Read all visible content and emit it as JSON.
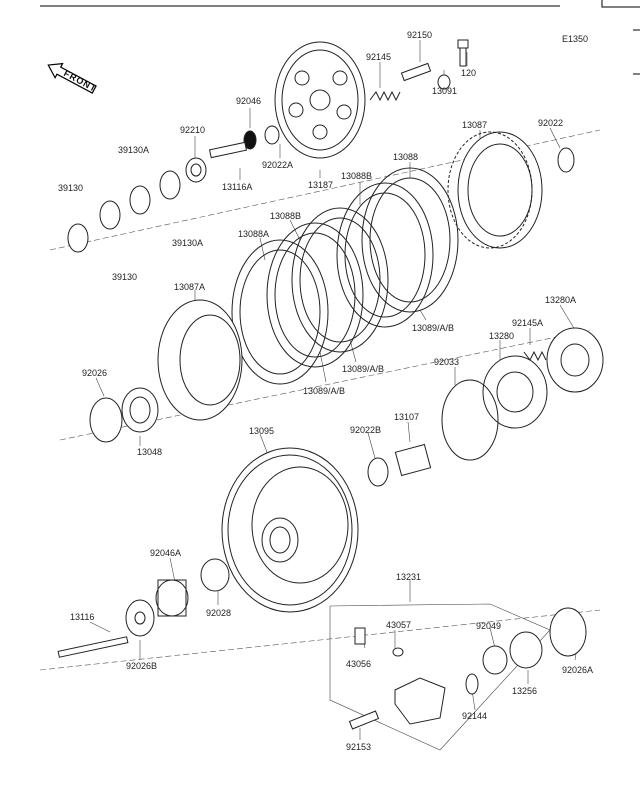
{
  "diagram_code": "E1350",
  "front_label": "FRONT",
  "parts": [
    {
      "id": "92150",
      "label": "92150"
    },
    {
      "id": "92145",
      "label": "92145"
    },
    {
      "id": "13091",
      "label": "13091"
    },
    {
      "id": "120",
      "label": "120"
    },
    {
      "id": "92046",
      "label": "92046"
    },
    {
      "id": "92210",
      "label": "92210"
    },
    {
      "id": "92022A",
      "label": "92022A"
    },
    {
      "id": "13116A",
      "label": "13116A"
    },
    {
      "id": "13187",
      "label": "13187"
    },
    {
      "id": "39130A_top",
      "label": "39130A"
    },
    {
      "id": "39130_top",
      "label": "39130"
    },
    {
      "id": "39130A_bottom",
      "label": "39130A"
    },
    {
      "id": "39130_bottom",
      "label": "39130"
    },
    {
      "id": "13087",
      "label": "13087"
    },
    {
      "id": "92022",
      "label": "92022"
    },
    {
      "id": "13088",
      "label": "13088"
    },
    {
      "id": "13088B_top",
      "label": "13088B"
    },
    {
      "id": "13088B",
      "label": "13088B"
    },
    {
      "id": "13088A",
      "label": "13088A"
    },
    {
      "id": "13087A",
      "label": "13087A"
    },
    {
      "id": "13089AB_right",
      "label": "13089/A/B"
    },
    {
      "id": "13089AB_mid",
      "label": "13089/A/B"
    },
    {
      "id": "13089AB_left",
      "label": "13089/A/B"
    },
    {
      "id": "13280A",
      "label": "13280A"
    },
    {
      "id": "92145A",
      "label": "92145A"
    },
    {
      "id": "13280",
      "label": "13280"
    },
    {
      "id": "92033",
      "label": "92033"
    },
    {
      "id": "92026",
      "label": "92026"
    },
    {
      "id": "13048",
      "label": "13048"
    },
    {
      "id": "13107",
      "label": "13107"
    },
    {
      "id": "92022B",
      "label": "92022B"
    },
    {
      "id": "13095",
      "label": "13095"
    },
    {
      "id": "13231",
      "label": "13231"
    },
    {
      "id": "92046A",
      "label": "92046A"
    },
    {
      "id": "92028",
      "label": "92028"
    },
    {
      "id": "43057",
      "label": "43057"
    },
    {
      "id": "92049",
      "label": "92049"
    },
    {
      "id": "43056",
      "label": "43056"
    },
    {
      "id": "13256",
      "label": "13256"
    },
    {
      "id": "92026A",
      "label": "92026A"
    },
    {
      "id": "13116",
      "label": "13116"
    },
    {
      "id": "92026B",
      "label": "92026B"
    },
    {
      "id": "92144",
      "label": "92144"
    },
    {
      "id": "92153",
      "label": "92153"
    }
  ]
}
